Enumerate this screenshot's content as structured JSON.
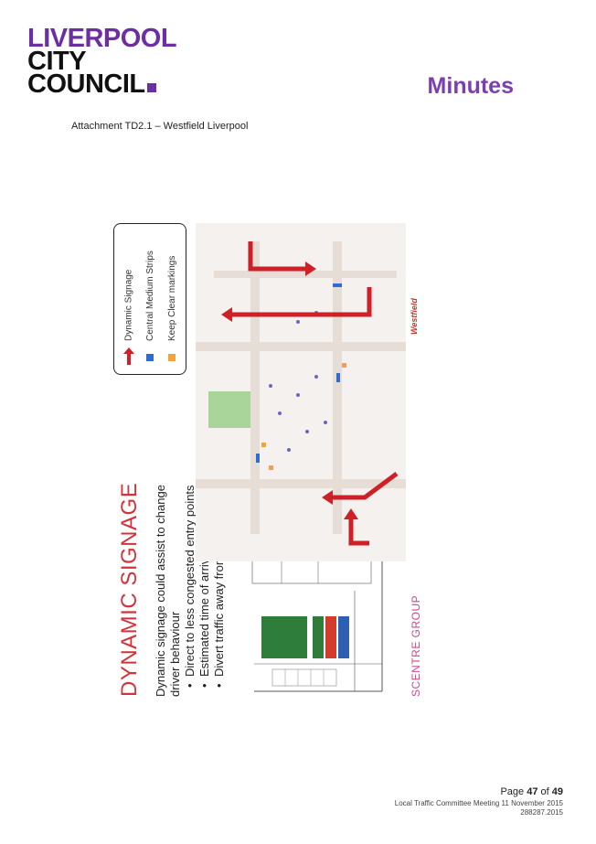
{
  "header": {
    "logo_lines": [
      "LIVERPOOL",
      "CITY",
      "COUNCIL"
    ],
    "doc_title": "Minutes",
    "attachment": "Attachment TD2.1 – Westfield Liverpool"
  },
  "slide": {
    "title": "DYNAMIC SIGNAGE",
    "lead": "Dynamic signage could assist to change driver behaviour",
    "bullets": [
      "Direct to less congested entry points",
      "Estimated time of arrival",
      "Divert traffic away from congestion areas"
    ],
    "footer_brand": "SCENTRE GROUP",
    "map_brand": "Westfield",
    "legend": [
      {
        "label": "Dynamic Signage",
        "icon": "red-arrow-icon"
      },
      {
        "label": "Central Medium Strips",
        "icon": "blue-square-icon"
      },
      {
        "label": "Keep Clear markings",
        "icon": "orange-square-icon"
      }
    ],
    "colors": {
      "title": "#d0343b",
      "arrow": "#cf2027",
      "median": "#2f6bd1",
      "keep_clear": "#f2a33a",
      "park": "#a9d49a"
    }
  },
  "footer": {
    "page_prefix": "Page ",
    "page_current": "47",
    "page_mid": " of ",
    "page_total": "49",
    "meeting": "Local Traffic Committee Meeting 11 November 2015",
    "doc_number": "288287.2015"
  }
}
